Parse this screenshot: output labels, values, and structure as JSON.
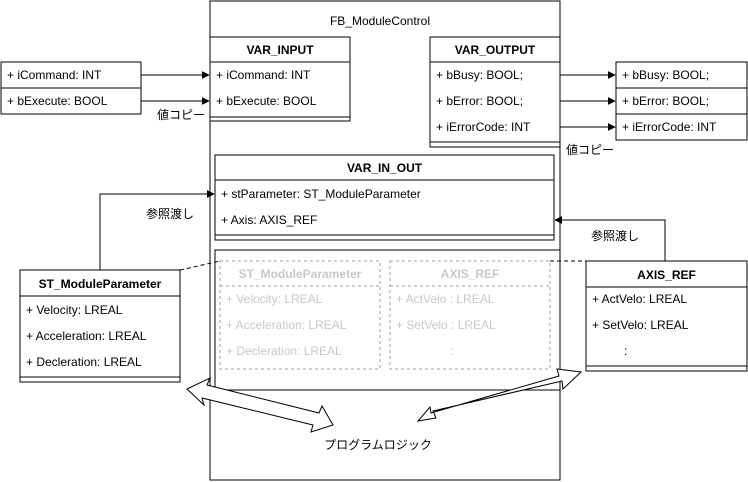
{
  "fb": {
    "title": "FB_ModuleControl"
  },
  "var_input": {
    "title": "VAR_INPUT",
    "fields": [
      "+ iCommand: INT",
      "+ bExecute: BOOL"
    ]
  },
  "var_output": {
    "title": "VAR_OUTPUT",
    "fields": [
      "+ bBusy: BOOL;",
      "+ bError: BOOL;",
      "+ iErrorCode: INT"
    ]
  },
  "var_in_out": {
    "title": "VAR_IN_OUT",
    "fields": [
      "+ stParameter: ST_ModuleParameter",
      "+ Axis: AXIS_REF"
    ]
  },
  "ext_input": {
    "fields": [
      "+ iCommand: INT",
      "+ bExecute: BOOL"
    ]
  },
  "ext_output": {
    "fields": [
      "+ bBusy: BOOL;",
      "+ bError: BOOL;",
      "+ iErrorCode: INT"
    ]
  },
  "st_param": {
    "title": "ST_ModuleParameter",
    "fields": [
      "+ Velocity: LREAL",
      "+ Acceleration: LREAL",
      "+ Decleration: LREAL"
    ]
  },
  "axis_ref": {
    "title": "AXIS_REF",
    "fields": [
      "+ ActVelo: LREAL",
      "+ SetVelo: LREAL",
      ":"
    ]
  },
  "ghost_param": {
    "title": "ST_ModuleParameter",
    "fields": [
      "+ Velocity: LREAL",
      "+ Acceleration: LREAL",
      "+ Decleration: LREAL"
    ]
  },
  "ghost_axis": {
    "title": "AXIS_REF",
    "fields": [
      "+ ActVelo : LREAL",
      "+ SetVelo : LREAL",
      ":"
    ]
  },
  "labels": {
    "copy_in": "値コピー",
    "copy_out": "値コピー",
    "ref_left": "参照渡し",
    "ref_right": "参照渡し",
    "program_logic": "プログラムロジック"
  }
}
